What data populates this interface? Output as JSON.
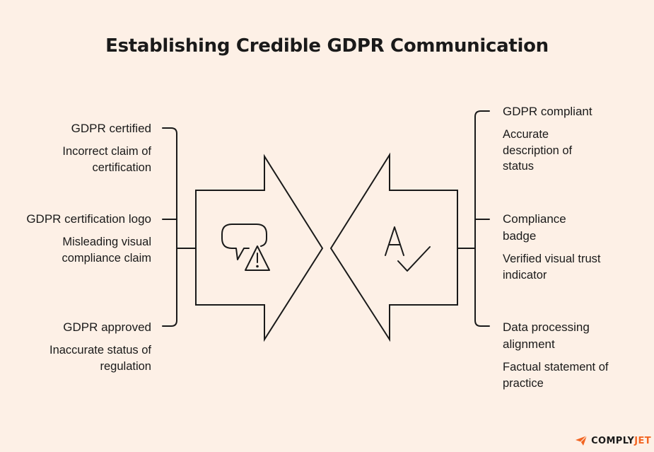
{
  "title": "Establishing Credible GDPR Communication",
  "left_items": [
    {
      "label": "GDPR certified",
      "desc": "Incorrect claim of certification"
    },
    {
      "label": "GDPR certification logo",
      "desc": "Misleading visual compliance claim"
    },
    {
      "label": "GDPR approved",
      "desc": "Inaccurate status of regulation"
    }
  ],
  "right_items": [
    {
      "label": "GDPR compliant",
      "desc": "Accurate description of status"
    },
    {
      "label": "Compliance badge",
      "desc": "Verified visual trust indicator"
    },
    {
      "label": "Data processing alignment",
      "desc": "Factual statement of practice"
    }
  ],
  "icons": {
    "left_arrow": "chat-warning-icon",
    "right_arrow": "spellcheck-icon"
  },
  "brand": {
    "part1": "COMPLY",
    "part2": "JET",
    "accent_color": "#f26522"
  },
  "colors": {
    "background": "#fdf0e6",
    "stroke": "#1a1a1a"
  }
}
